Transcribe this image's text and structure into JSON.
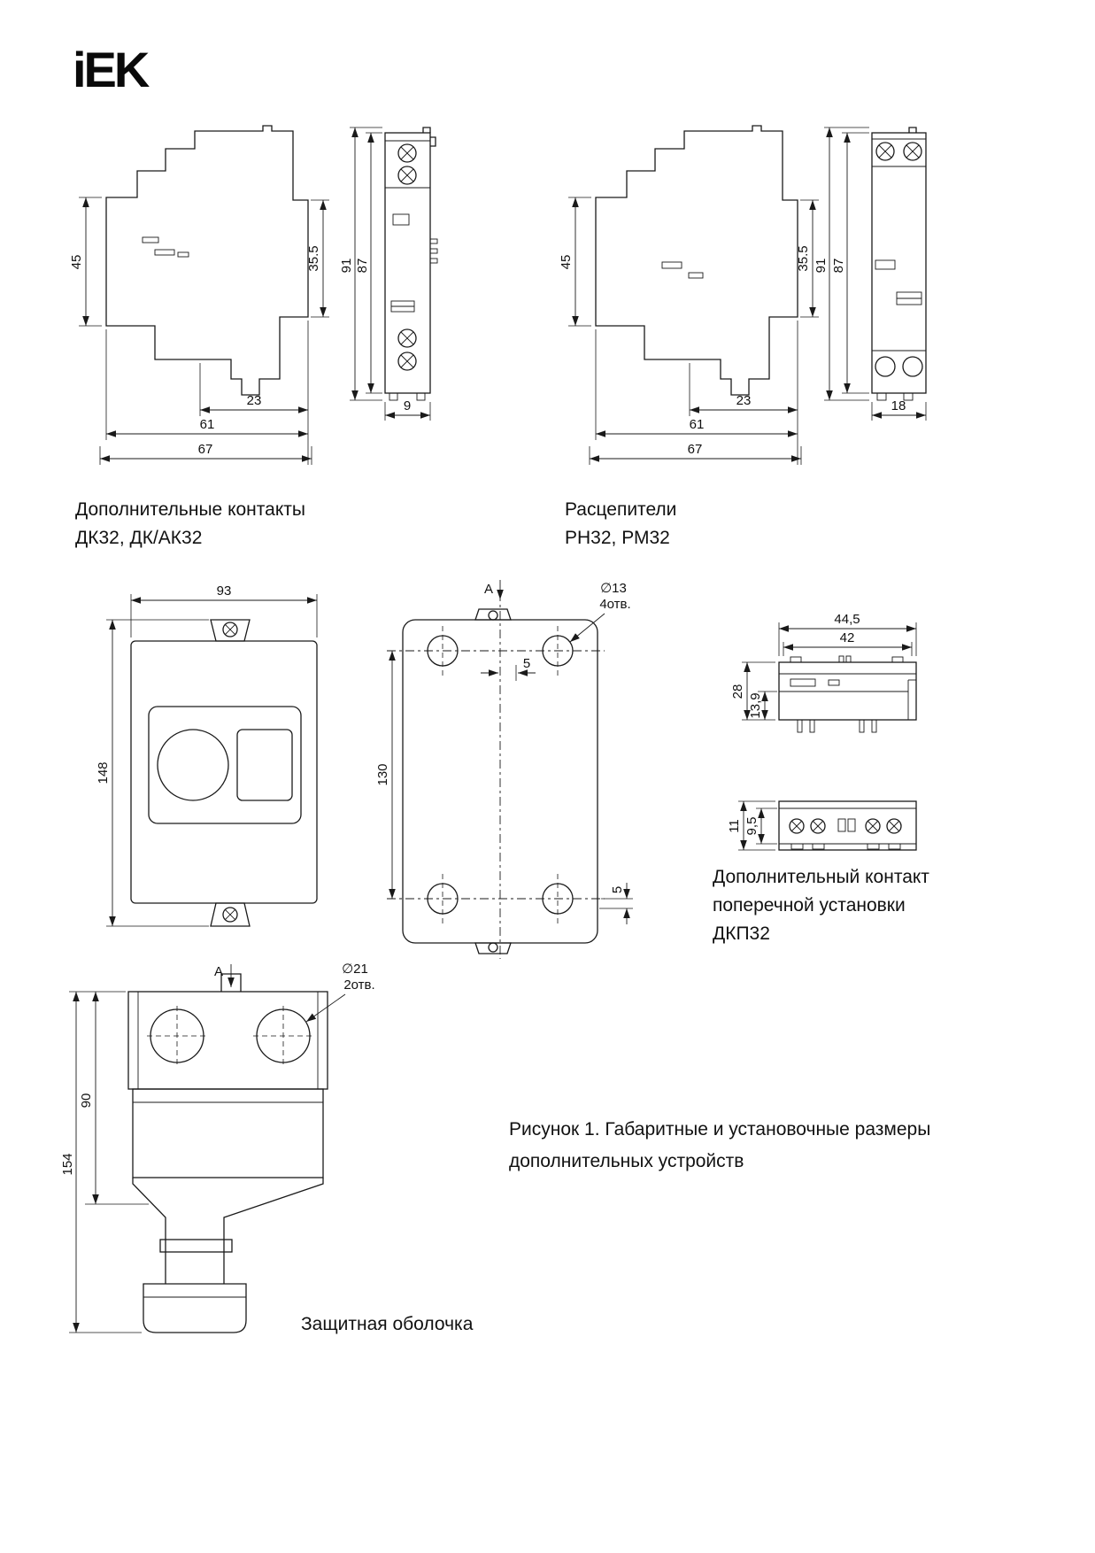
{
  "page": {
    "logo": "iEK",
    "figure_caption_line1": "Рисунок 1. Габаритные и установочные размеры",
    "figure_caption_line2": "дополнительных устройств"
  },
  "captions": {
    "dk32_line1": "Дополнительные контакты",
    "dk32_line2": "ДК32, ДК/АК32",
    "rn32_line1": "Расцепители",
    "rn32_line2": "РН32, РМ32",
    "dkp32_line1": "Дополнительный контакт",
    "dkp32_line2": "поперечной установки",
    "dkp32_line3": "ДКП32",
    "enclosure": "Защитная оболочка"
  },
  "dims": {
    "dk32_side": {
      "height": "45",
      "tab_height": "35.5",
      "w_clip": "23",
      "w_body": "61",
      "w_total": "67"
    },
    "dk32_front": {
      "h_total": "91",
      "h_body": "87",
      "width": "9"
    },
    "rn32_side": {
      "height": "45",
      "tab_height": "35.5",
      "w_clip": "23",
      "w_body": "61",
      "w_total": "67"
    },
    "rn32_front": {
      "h_total": "91",
      "h_body": "87",
      "width": "18"
    },
    "encl_front": {
      "width": "93",
      "height": "148"
    },
    "encl_back": {
      "section": "A",
      "hole_dia": "∅13",
      "hole_count": "4отв.",
      "offset_top": "5",
      "height": "130",
      "offset_bottom": "5"
    },
    "dkp32_top": {
      "w_total": "44,5",
      "w_inner": "42",
      "h_total": "28",
      "h_lower": "13,9"
    },
    "dkp32_front": {
      "h_total": "11",
      "h_body": "9,5"
    },
    "encl_side": {
      "section": "A",
      "hole_dia": "∅21",
      "hole_count": "2отв.",
      "h_head": "90",
      "h_total": "154"
    }
  }
}
